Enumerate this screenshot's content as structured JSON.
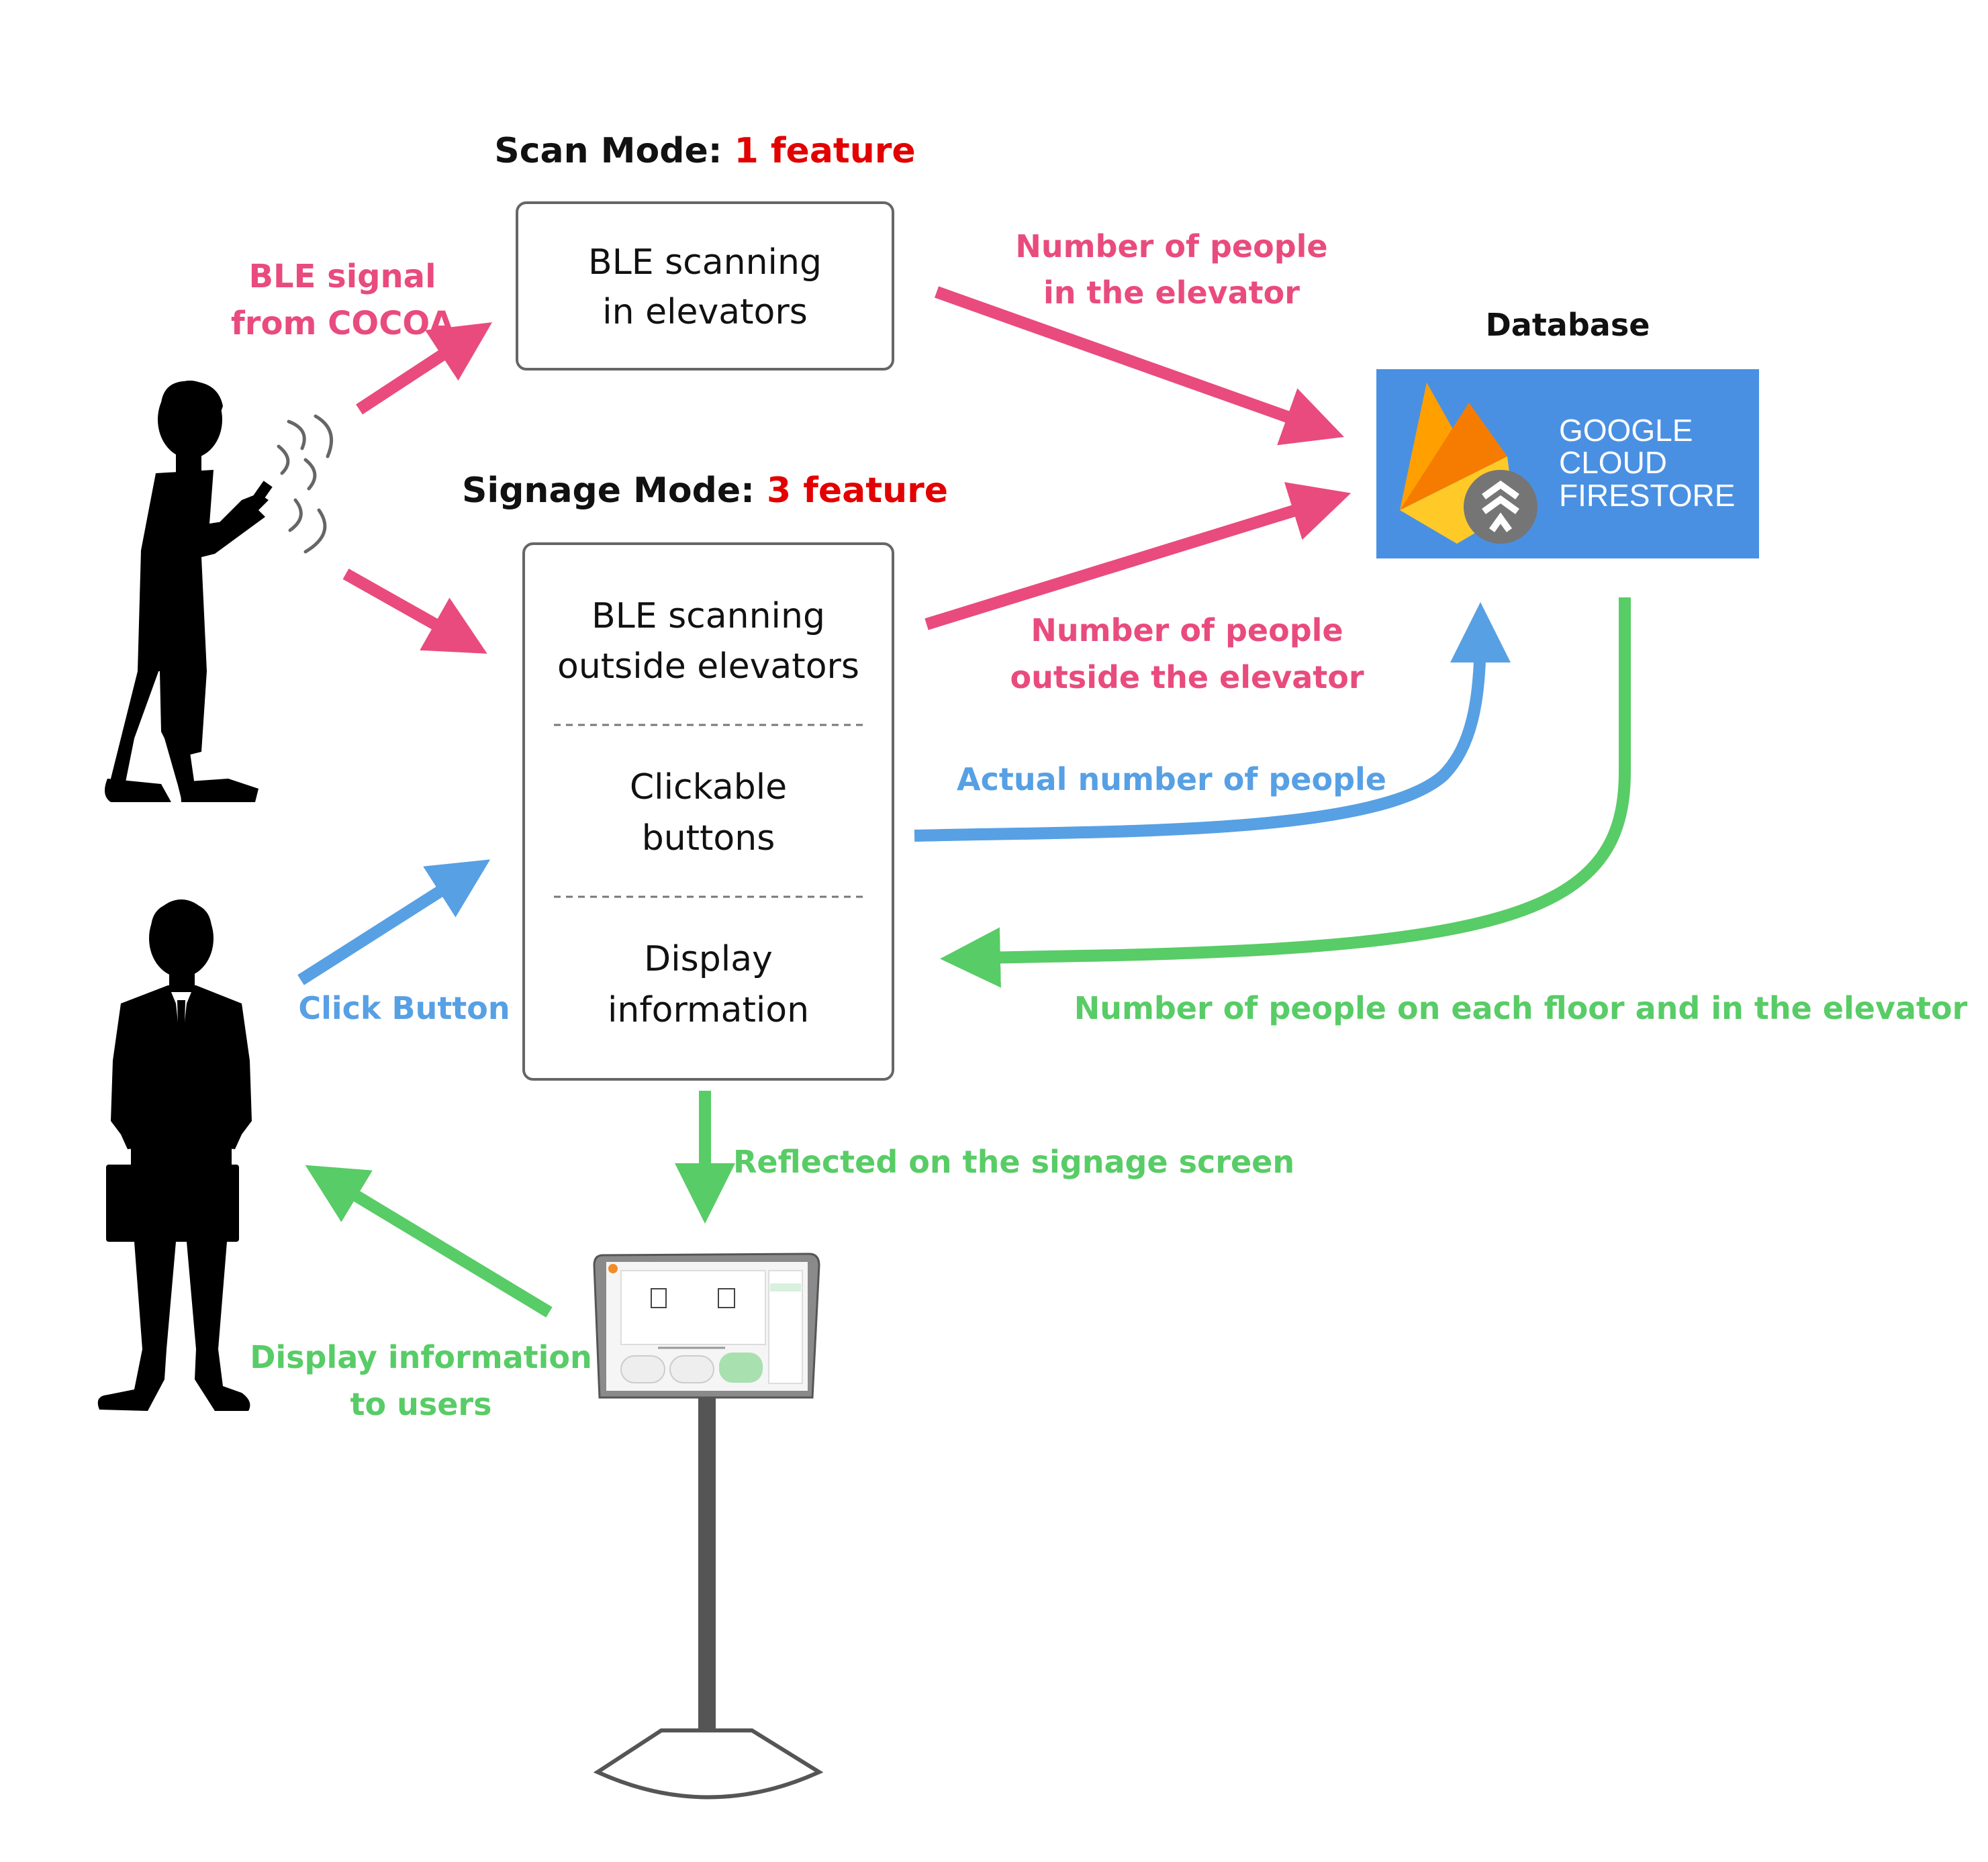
{
  "colors": {
    "pink": "#E94B7E",
    "blue": "#57A0E4",
    "green": "#58CC66",
    "red": "#E20000",
    "firestore_bg": "#4A90E2"
  },
  "scan_mode": {
    "title_prefix": "Scan Mode: ",
    "title_feature": "1 feature",
    "box_line1": "BLE scanning",
    "box_line2": "in elevators"
  },
  "signage_mode": {
    "title_prefix": "Signage Mode: ",
    "title_feature": "3 feature",
    "section1_line1": "BLE scanning",
    "section1_line2": "outside elevators",
    "section2_line1": "Clickable",
    "section2_line2": "buttons",
    "section3_line1": "Display",
    "section3_line2": "information"
  },
  "database": {
    "title": "Database",
    "logo_line1": "GOOGLE",
    "logo_line2": "CLOUD",
    "logo_line3": "FIRESTORE"
  },
  "labels": {
    "ble_signal_line1": "BLE signal",
    "ble_signal_line2": "from COCOA",
    "people_in_line1": "Number of people",
    "people_in_line2": "in the elevator",
    "people_out_line1": "Number of people",
    "people_out_line2": "outside the elevator",
    "actual_people": "Actual number of people",
    "floor_people": "Number of people on each floor and in the elevator",
    "click_button": "Click Button",
    "reflected": "Reflected on the signage screen",
    "display_info_line1": "Display information",
    "display_info_line2": "to users"
  },
  "icons": {
    "person_phone": "person-with-smartphone-icon",
    "person_briefcase": "businessman-with-briefcase-icon",
    "signal_waves": "ble-signal-waves-icon",
    "firebase_flame": "firebase-flame-icon",
    "firestore_badge": "firestore-badge-icon",
    "signage_stand": "digital-signage-stand-icon"
  }
}
